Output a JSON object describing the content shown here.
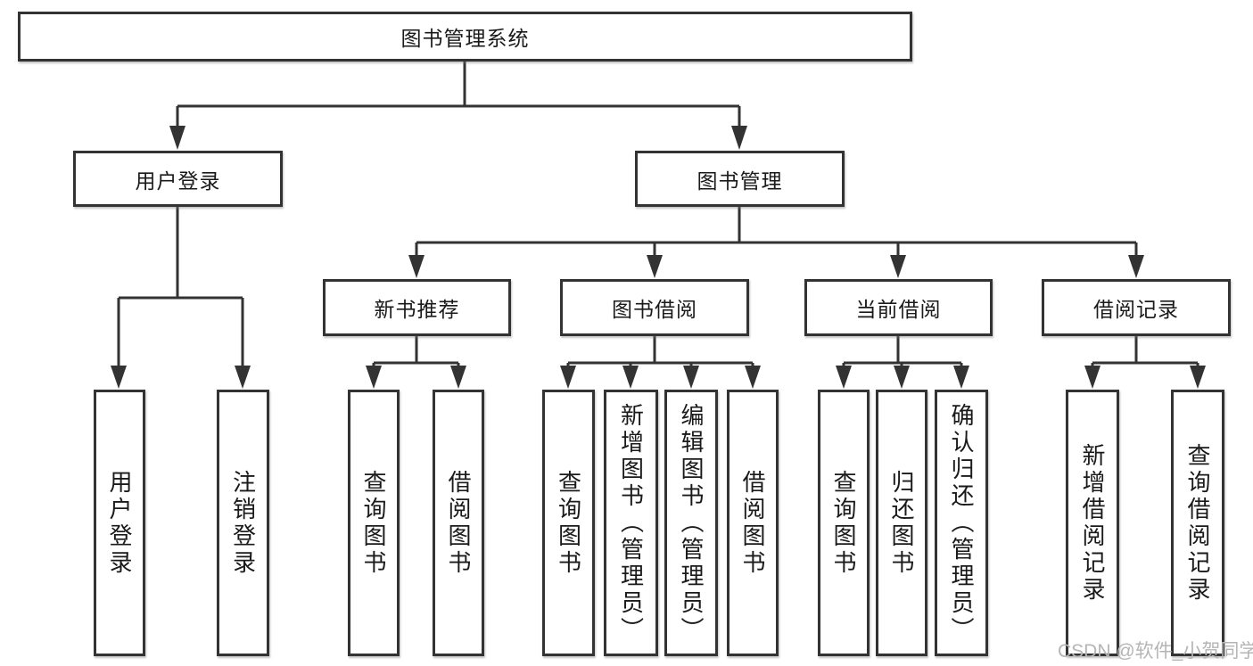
{
  "diagram": {
    "root": {
      "label": "图书管理系统"
    },
    "level2": [
      {
        "label": "用户登录"
      },
      {
        "label": "图书管理"
      }
    ],
    "level3": [
      {
        "label": "新书推荐"
      },
      {
        "label": "图书借阅"
      },
      {
        "label": "当前借阅"
      },
      {
        "label": "借阅记录"
      }
    ],
    "leaves": [
      {
        "label": "用户登录"
      },
      {
        "label": "注销登录"
      },
      {
        "label": "查询图书"
      },
      {
        "label": "借阅图书"
      },
      {
        "label": "查询图书"
      },
      {
        "label": "新增图书（管理员）"
      },
      {
        "label": "编辑图书（管理员）"
      },
      {
        "label": "借阅图书"
      },
      {
        "label": "查询图书"
      },
      {
        "label": "归还图书"
      },
      {
        "label": "确认归还（管理员）"
      },
      {
        "label": "新增借阅记录"
      },
      {
        "label": "查询借阅记录"
      }
    ],
    "colors": {
      "line": "#333333",
      "text": "#1a1a1a",
      "background": "#ffffff",
      "watermark": "#b5b5b5"
    },
    "watermark": "CSDN @软件_小贺同学"
  }
}
